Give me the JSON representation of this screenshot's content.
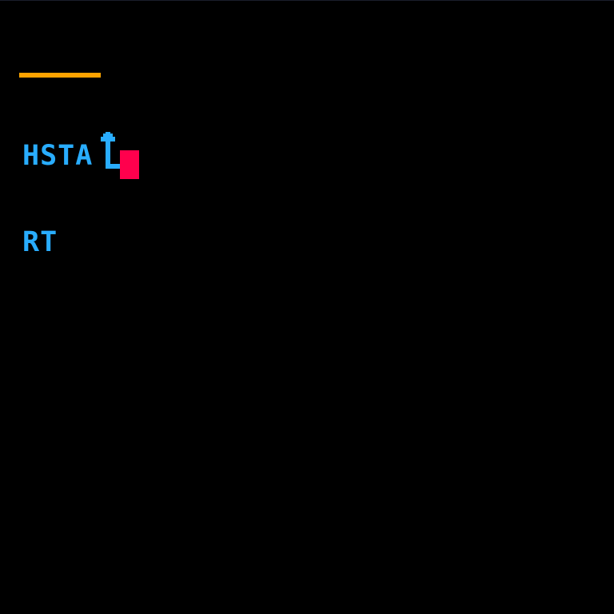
{
  "editor": {
    "line1": "HSTA",
    "line2": "RT"
  },
  "icons": {
    "return_arrow": "return-arrow-icon",
    "cursor": "text-cursor"
  },
  "colors": {
    "background": "#000000",
    "text": "#29adff",
    "underline": "#ffa300",
    "cursor": "#ff004d"
  }
}
